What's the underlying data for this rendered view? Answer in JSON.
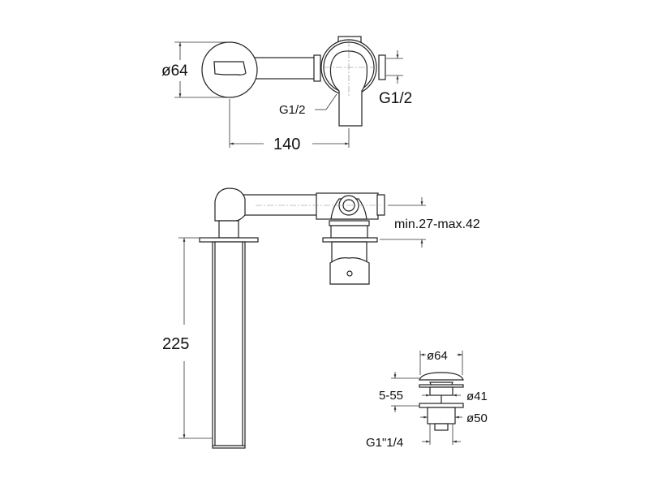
{
  "top_view": {
    "diameter_label": "ø64",
    "outlet_thread_label": "G1/2",
    "inlet_thread_label": "G1/2",
    "distance_label": "140"
  },
  "front_view": {
    "wall_depth_label": "min.27-max.42",
    "spout_length_label": "225"
  },
  "drain": {
    "cap_diameter_label": "ø64",
    "stem_diameter_label": "ø41",
    "body_diameter_label": "ø50",
    "range_label": "5-55",
    "thread_label": "G1\"1/4"
  }
}
